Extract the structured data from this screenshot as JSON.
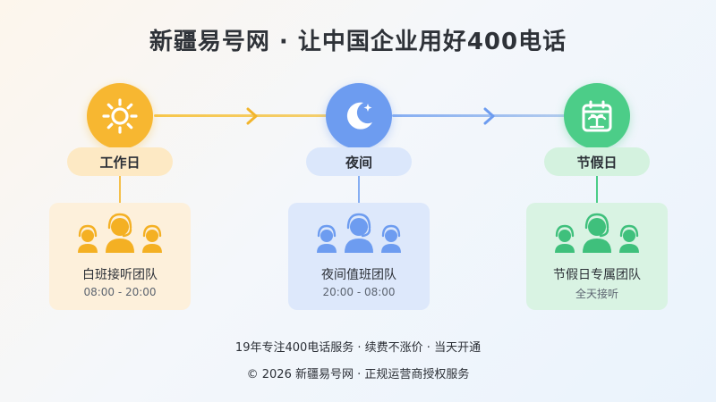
{
  "title": "新疆易号网 · 让中国企业用好400电话",
  "colors": {
    "day": "#f7b731",
    "night": "#6d9cf0",
    "holiday": "#4ccd88"
  },
  "stages": [
    {
      "icon": "sun-icon",
      "label": "工作日",
      "team": "白班接听团队",
      "time": "08:00 - 20:00"
    },
    {
      "icon": "moon-icon",
      "label": "夜间",
      "team": "夜间值班团队",
      "time": "20:00 - 08:00"
    },
    {
      "icon": "calendar-palm-icon",
      "label": "节假日",
      "team": "节假日专属团队",
      "time": "全天接听"
    }
  ],
  "footer": {
    "line1": "19年专注400电话服务 · 续费不涨价 · 当天开通",
    "line2": "© 2026 新疆易号网 · 正规运营商授权服务"
  }
}
